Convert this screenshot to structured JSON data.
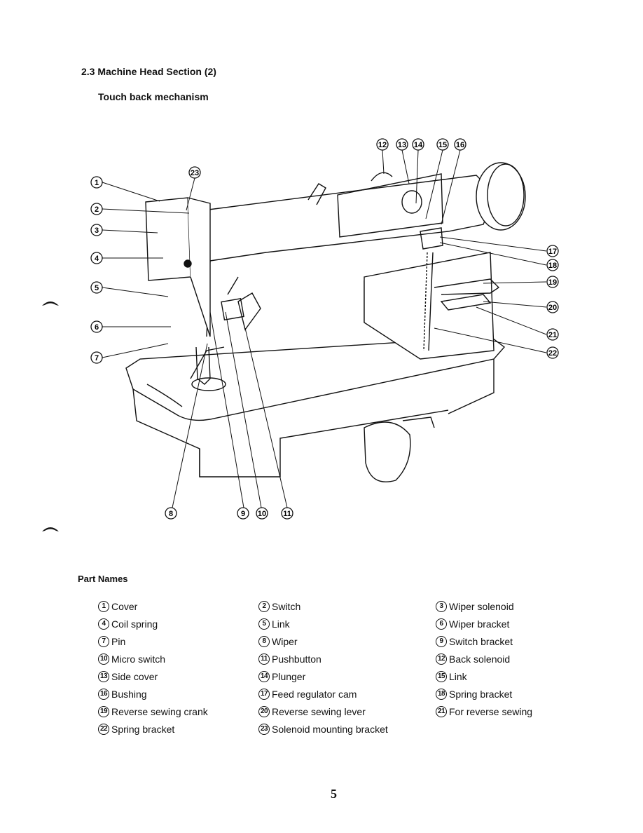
{
  "section_title": "2.3 Machine Head Section (2)",
  "sub_title": "Touch back mechanism",
  "figure_callouts": [
    "1",
    "2",
    "3",
    "4",
    "5",
    "6",
    "7",
    "8",
    "9",
    "10",
    "11",
    "12",
    "13",
    "14",
    "15",
    "16",
    "17",
    "18",
    "19",
    "20",
    "21",
    "22",
    "23"
  ],
  "parts_title": "Part Names",
  "parts": {
    "col1": [
      {
        "num": "1",
        "label": "Cover"
      },
      {
        "num": "4",
        "label": "Coil spring"
      },
      {
        "num": "7",
        "label": "Pin"
      },
      {
        "num": "10",
        "label": "Micro switch"
      },
      {
        "num": "13",
        "label": "Side cover"
      },
      {
        "num": "16",
        "label": "Bushing"
      },
      {
        "num": "19",
        "label": "Reverse sewing crank"
      },
      {
        "num": "22",
        "label": "Spring bracket"
      }
    ],
    "col2": [
      {
        "num": "2",
        "label": "Switch"
      },
      {
        "num": "5",
        "label": "Link"
      },
      {
        "num": "8",
        "label": "Wiper"
      },
      {
        "num": "11",
        "label": "Pushbutton"
      },
      {
        "num": "14",
        "label": "Plunger"
      },
      {
        "num": "17",
        "label": "Feed regulator cam"
      },
      {
        "num": "20",
        "label": "Reverse sewing lever"
      },
      {
        "num": "23",
        "label": "Solenoid mounting bracket"
      }
    ],
    "col3": [
      {
        "num": "3",
        "label": "Wiper solenoid"
      },
      {
        "num": "6",
        "label": "Wiper bracket"
      },
      {
        "num": "9",
        "label": "Switch bracket"
      },
      {
        "num": "12",
        "label": "Back solenoid"
      },
      {
        "num": "15",
        "label": "Link"
      },
      {
        "num": "18",
        "label": "Spring bracket"
      },
      {
        "num": "21",
        "label": "For reverse sewing"
      }
    ]
  },
  "page_number": "5"
}
